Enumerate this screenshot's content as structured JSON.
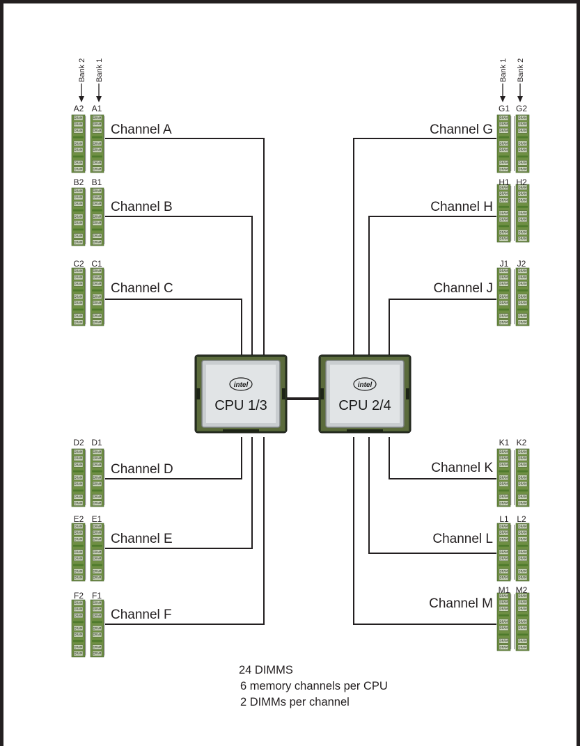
{
  "diagram": {
    "banks": {
      "bank1": "Bank 1",
      "bank2": "Bank 2"
    },
    "cpus": [
      {
        "label": "CPU 1/3",
        "logo": "intel"
      },
      {
        "label": "CPU 2/4",
        "logo": "intel"
      }
    ],
    "channels": [
      {
        "name": "Channel A",
        "slots": [
          "A2",
          "A1"
        ],
        "cpu": "CPU 1/3"
      },
      {
        "name": "Channel B",
        "slots": [
          "B2",
          "B1"
        ],
        "cpu": "CPU 1/3"
      },
      {
        "name": "Channel C",
        "slots": [
          "C2",
          "C1"
        ],
        "cpu": "CPU 1/3"
      },
      {
        "name": "Channel D",
        "slots": [
          "D2",
          "D1"
        ],
        "cpu": "CPU 1/3"
      },
      {
        "name": "Channel E",
        "slots": [
          "E2",
          "E1"
        ],
        "cpu": "CPU 1/3"
      },
      {
        "name": "Channel F",
        "slots": [
          "F2",
          "F1"
        ],
        "cpu": "CPU 1/3"
      },
      {
        "name": "Channel G",
        "slots": [
          "G1",
          "G2"
        ],
        "cpu": "CPU 2/4"
      },
      {
        "name": "Channel H",
        "slots": [
          "H1",
          "H2"
        ],
        "cpu": "CPU 2/4"
      },
      {
        "name": "Channel J",
        "slots": [
          "J1",
          "J2"
        ],
        "cpu": "CPU 2/4"
      },
      {
        "name": "Channel K",
        "slots": [
          "K1",
          "K2"
        ],
        "cpu": "CPU 2/4"
      },
      {
        "name": "Channel L",
        "slots": [
          "L1",
          "L2"
        ],
        "cpu": "CPU 2/4"
      },
      {
        "name": "Channel M",
        "slots": [
          "M1",
          "M2"
        ],
        "cpu": "CPU 2/4"
      }
    ],
    "chip_label": "DRAM",
    "notes": {
      "line1": "24 DIMMS",
      "line2": "6 memory channels per CPU",
      "line3": "2 DIMMs per channel"
    },
    "colors": {
      "dimm_green": "#6f8f44",
      "chip_fill": "#cfd8c0",
      "pcb_dark": "#3e5a26",
      "line": "#231f20",
      "cpu_silver": "#c9cdd0"
    }
  }
}
